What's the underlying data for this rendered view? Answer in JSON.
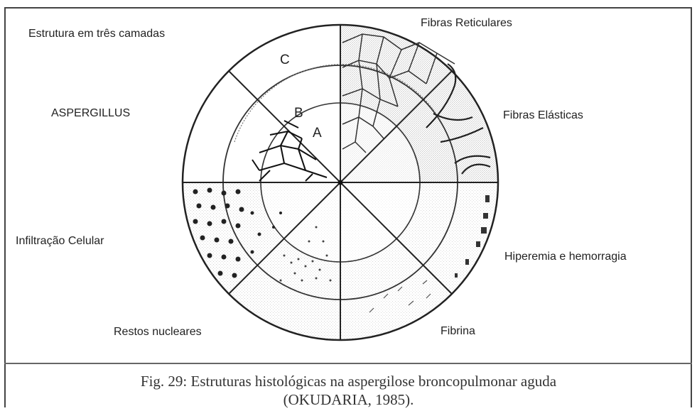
{
  "diagram": {
    "labels": {
      "three_layers": "Estrutura em três camadas",
      "aspergillus": "ASPERGILLUS",
      "cell_infiltration": "Infiltração Celular",
      "nuclear_remains": "Restos nucleares",
      "reticular_fibers": "Fibras Reticulares",
      "elastic_fibers": "Fibras Elásticas",
      "hyperemia": "Hiperemia e hemorragia",
      "fibrin": "Fibrina"
    },
    "rings": {
      "a": "A",
      "b": "B",
      "c": "C"
    }
  },
  "caption": {
    "line1": "Fig. 29: Estruturas histológicas na aspergilose broncopulmonar aguda",
    "line2": "(OKUDARIA, 1985)."
  }
}
